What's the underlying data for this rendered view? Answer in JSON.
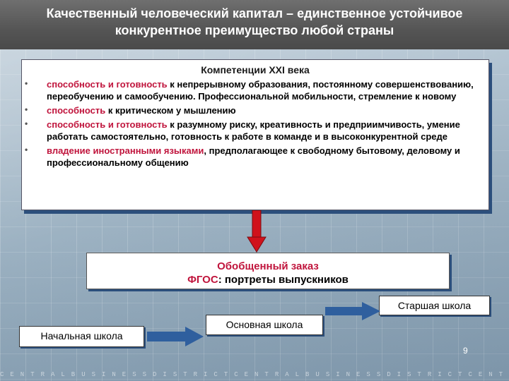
{
  "header": {
    "line1": "Качественный человеческий капитал – единственное устойчивое",
    "line2": "конкурентное преимущество любой страны"
  },
  "competencies": {
    "title": "Компетенции XXI века",
    "bullet": "•",
    "items": [
      {
        "lead": "способность и готовность",
        "rest": " к непрерывному образования, постоянному совершенствованию, переобучению и самообучению. Профессиональной мобильности, стремление к новому"
      },
      {
        "lead": "способность",
        "rest": " к критическом у мышлению"
      },
      {
        "lead": "способность и готовность",
        "rest": " к разумному риску, креативность и предприимчивость, умение работать самостоятельно, готовность к работе в команде и в высоконкурентной среде"
      },
      {
        "lead": "владение иностранными языками",
        "rest": ", предполагающее к свободному бытовому,  деловому и профессиональному общению"
      }
    ]
  },
  "order": {
    "line1": "Обобщенный заказ",
    "fgos": "ФГОС",
    "line2_rest": ": портреты выпускников"
  },
  "schools": {
    "primary": "Начальная школа",
    "basic": "Основная школа",
    "senior": "Старшая школа"
  },
  "page_number": "9",
  "footer_text": "CENTRALBUSINESSDISTRICTCENTRALBUSINESSDISTRICTCENTRAL",
  "colors": {
    "accent": "#c0143c",
    "arrow_blue": "#2f5f9e",
    "arrow_red": "#d0121c"
  }
}
